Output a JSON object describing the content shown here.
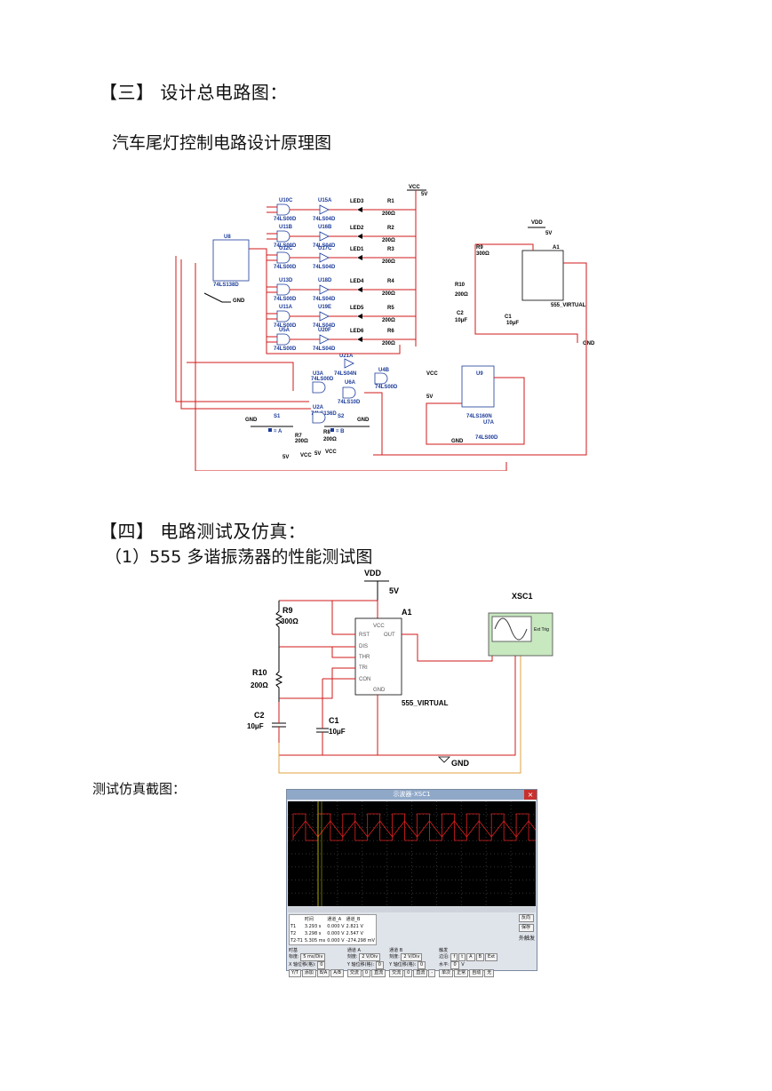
{
  "section3": {
    "title": "【三】 设计总电路图：",
    "subtitle": "汽车尾灯控制电路设计原理图"
  },
  "schematic1": {
    "vcc": "VCC",
    "v5": "5V",
    "vdd": "VDD",
    "gnd": "GND",
    "gates": [
      {
        "u": "U10C",
        "t": "74LS00D",
        "n": "U15A",
        "nt": "74LS04D",
        "led": "LED3",
        "r": "R1",
        "rv": "200Ω"
      },
      {
        "u": "U11B",
        "t": "74LS00D",
        "n": "U16B",
        "nt": "74LS04D",
        "led": "LED2",
        "r": "R2",
        "rv": "200Ω"
      },
      {
        "u": "U12C",
        "t": "74LS00D",
        "n": "U17C",
        "nt": "74LS04D",
        "led": "LED1",
        "r": "R3",
        "rv": "200Ω"
      },
      {
        "u": "U13D",
        "t": "74LS00D",
        "n": "U18D",
        "nt": "74LS04D",
        "led": "LED4",
        "r": "R4",
        "rv": "200Ω"
      },
      {
        "u": "U11A",
        "t": "74LS00D",
        "n": "U19E",
        "nt": "74LS04D",
        "led": "LED5",
        "r": "R5",
        "rv": "200Ω"
      },
      {
        "u": "U5A",
        "t": "74LS00D",
        "n": "U20F",
        "nt": "74LS04D",
        "led": "LED6",
        "r": "R6",
        "rv": "200Ω"
      }
    ],
    "u8": "U8",
    "u8t": "74LS138D",
    "a1": "A1",
    "a1t": "555_VIRTUAL",
    "r9": "R9",
    "r9v": "300Ω",
    "r10": "R10",
    "r10v": "200Ω",
    "c2": "C2",
    "c2v": "10μF",
    "c1": "C1",
    "c1v": "10μF",
    "u9": "U9",
    "u9t": "74LS160N",
    "u7a": "U7A",
    "u7at": "74LS00D",
    "u21a": "U21A",
    "u21at": "74LS04N",
    "u3a": "U3A",
    "u3at": "74LS00D",
    "u4b": "U4B",
    "u4bt": "74LS00D",
    "u6a": "U6A",
    "u6at": "74LS10D",
    "u2a": "U2A",
    "u2at": "74LS136D",
    "s1": "S1",
    "s2": "S2",
    "r7": "R7",
    "r7v": "200Ω",
    "r8": "R8",
    "r8v": "200Ω",
    "keyA": "= A",
    "keyB": "= B"
  },
  "section4": {
    "title": "【四】 电路测试及仿真：",
    "subtitle": "（1）555 多谐振荡器的性能测试图"
  },
  "schematic2": {
    "vdd": "VDD",
    "v5": "5V",
    "a1": "A1",
    "a1t": "555_VIRTUAL",
    "r9": "R9",
    "r9v": "300Ω",
    "r10": "R10",
    "r10v": "200Ω",
    "c2": "C2",
    "c2v": "10μF",
    "c1": "C1",
    "c1v": "10μF",
    "gnd": "GND",
    "xsc": "XSC1",
    "ext": "Ext Trig",
    "pins": [
      "VCC",
      "RST",
      "OUT",
      "DIS",
      "THR",
      "TRI",
      "CON",
      "GND"
    ]
  },
  "caption": "测试仿真截图：",
  "oscilloscope": {
    "title": "示波器-XSC1",
    "close": "×",
    "readout": {
      "headers": [
        "时间",
        "通道_A",
        "通道_B"
      ],
      "rows": [
        {
          "label": "T1",
          "time": "3.293 s",
          "a": "0.000 V",
          "b": "2.821 V"
        },
        {
          "label": "T2",
          "time": "3.298 s",
          "a": "0.000 V",
          "b": "2.547 V"
        },
        {
          "label": "T2-T1",
          "time": "5.305 ms",
          "a": "0.000 V",
          "b": "-274.298 mV"
        }
      ]
    },
    "btn_reverse": "反向",
    "btn_save": "保存",
    "ext_trig": "外触发",
    "timebase": {
      "title": "时基",
      "scale_label": "标度:",
      "scale": "5 ms/Div",
      "xpos_label": "X 轴位移(格):",
      "xpos": "0",
      "modes": [
        "Y/T",
        "添加",
        "B/A",
        "A/B"
      ]
    },
    "chA": {
      "title": "通道 A",
      "scale_label": "刻度:",
      "scale": "2 V/Div",
      "ypos_label": "Y 轴位移(格):",
      "ypos": "0",
      "modes": [
        "交流",
        "0",
        "直流"
      ]
    },
    "chB": {
      "title": "通道 B",
      "scale_label": "刻度:",
      "scale": "2 V/Div",
      "ypos_label": "Y 轴位移(格):",
      "ypos": "0",
      "modes": [
        "交流",
        "0",
        "直流",
        "-"
      ]
    },
    "trigger": {
      "title": "触发",
      "edge_label": "边沿:",
      "level_label": "水平:",
      "level": "0",
      "unit": "V",
      "modes": [
        "单次",
        "正常",
        "自动",
        "无"
      ],
      "edges": [
        "f",
        "t",
        "A",
        "B",
        "Ext"
      ]
    },
    "colors": {
      "screen": "#000000",
      "channelA": "#e02020",
      "channelB": "#e02020",
      "cursor": "#d8d800"
    }
  }
}
